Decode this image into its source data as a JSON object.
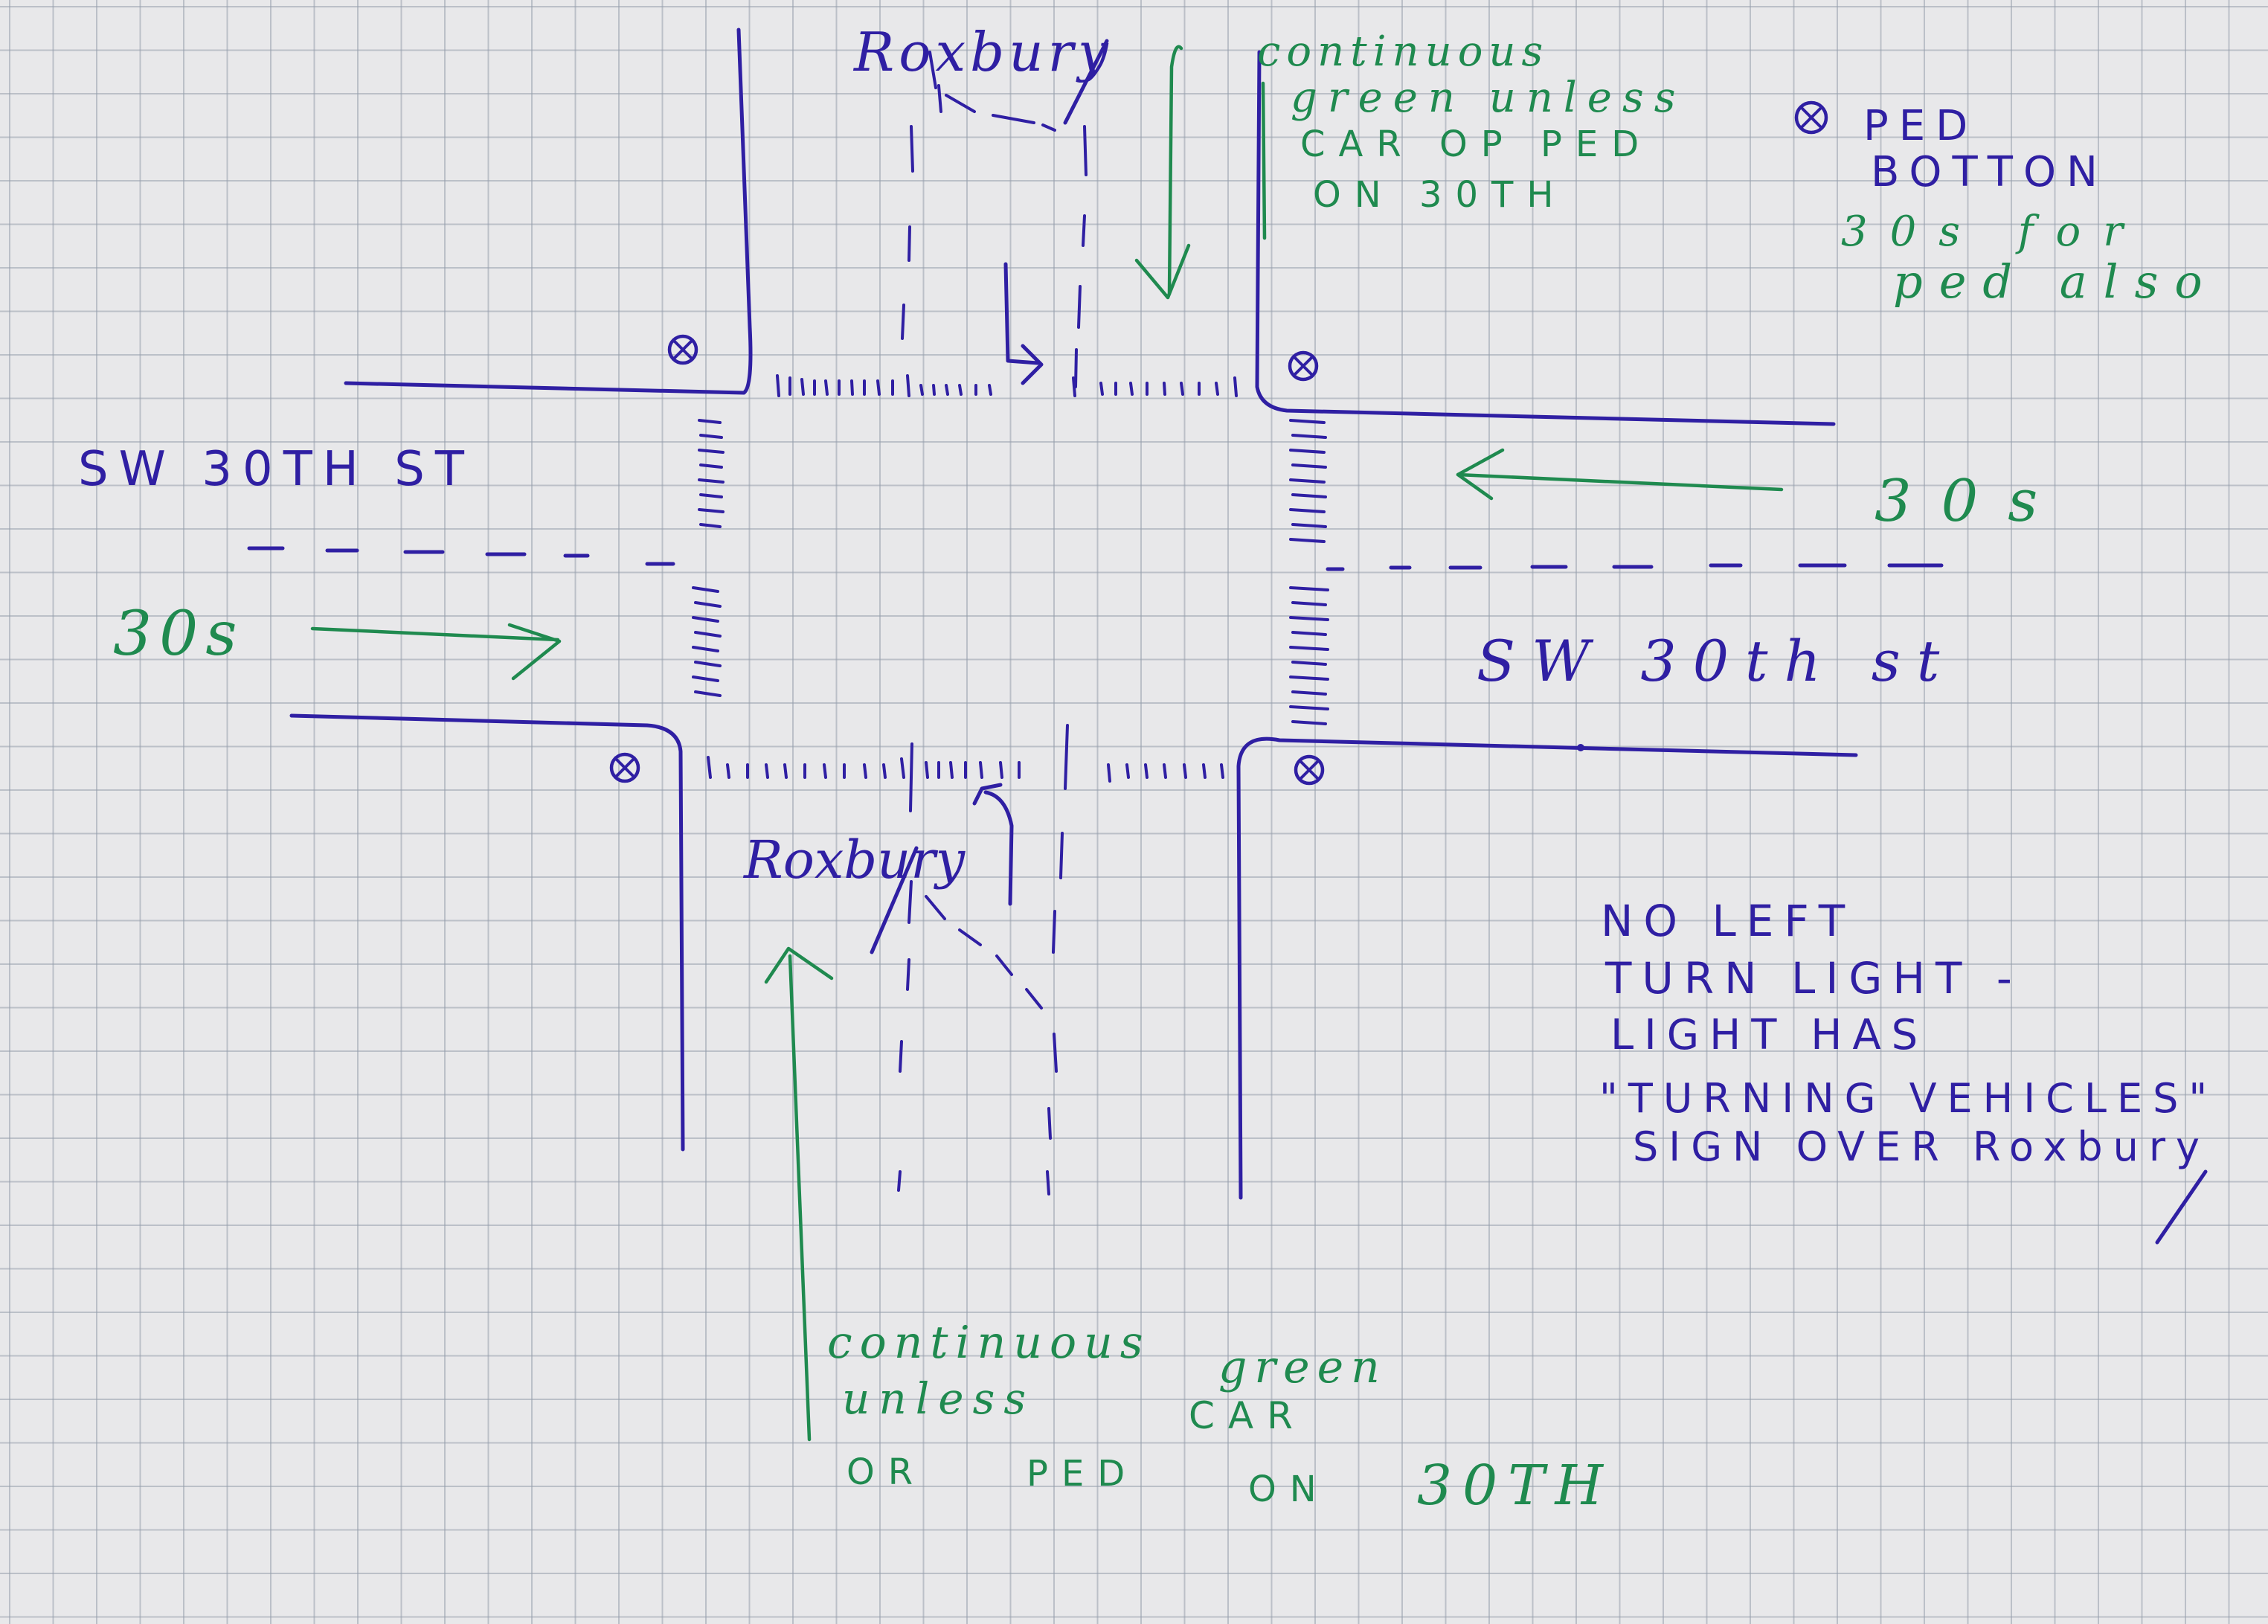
{
  "streets": {
    "north_label": "Roxbury",
    "south_label": "Roxbury",
    "west_label": "SW 30TH ST",
    "east_label": "SW 30th st"
  },
  "timings": {
    "west_label": "30s",
    "east_label": "30s"
  },
  "notes": {
    "north_signal": [
      "continuous",
      "green unless",
      "CAR OP PED",
      "ON 30TH"
    ],
    "ped_button": [
      "PED",
      "BOTTON",
      "30s for",
      "ped also"
    ],
    "no_left_turn": [
      "NO LEFT",
      "TURN LIGHT -",
      "LIGHT HAS",
      "\"TURNING VEHICLES\"",
      "SIGN OVER Roxbury"
    ],
    "south_signal": [
      "continuous",
      "green",
      "unless",
      "CAR",
      "OR",
      "PED",
      "ON",
      "30TH"
    ]
  },
  "colors": {
    "blue_ink": "#2f1fa3",
    "green_ink": "#1f8a4f",
    "paper": "#e8e8ea"
  },
  "icons": {
    "ped_button": "circled-x-icon"
  }
}
